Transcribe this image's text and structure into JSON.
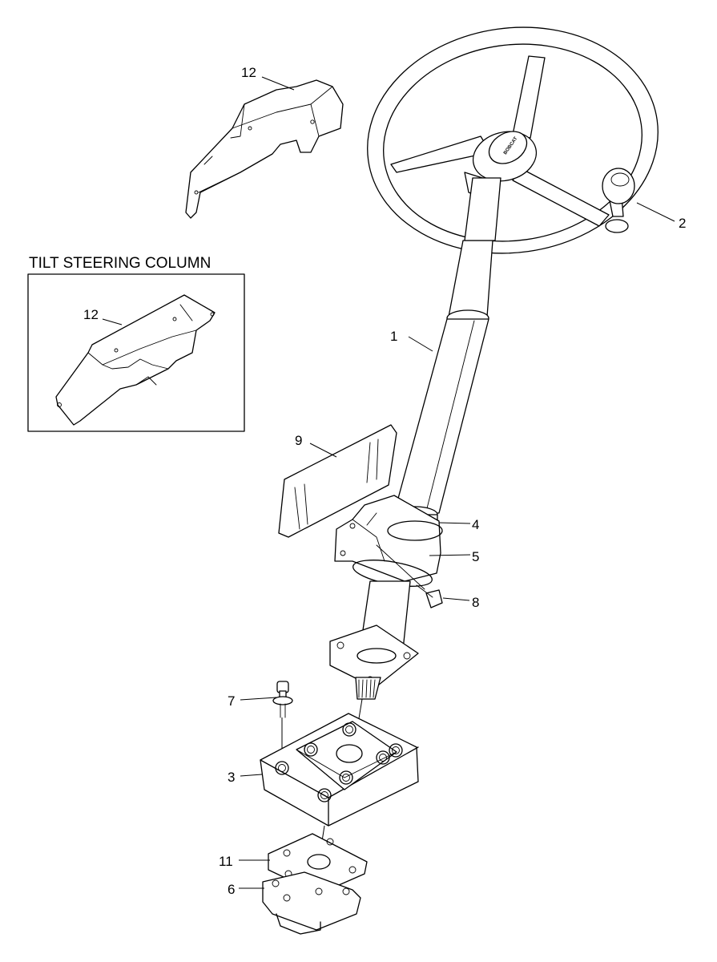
{
  "inset": {
    "title": "TILT STEERING COLUMN"
  },
  "callouts": {
    "c1": "1",
    "c2": "2",
    "c3": "3",
    "c4": "4",
    "c5": "5",
    "c6": "6",
    "c7": "7",
    "c8": "8",
    "c9": "9",
    "c11": "11",
    "c12_top": "12",
    "c12_inset": "12"
  },
  "logo": {
    "text": "BOBCAT"
  }
}
